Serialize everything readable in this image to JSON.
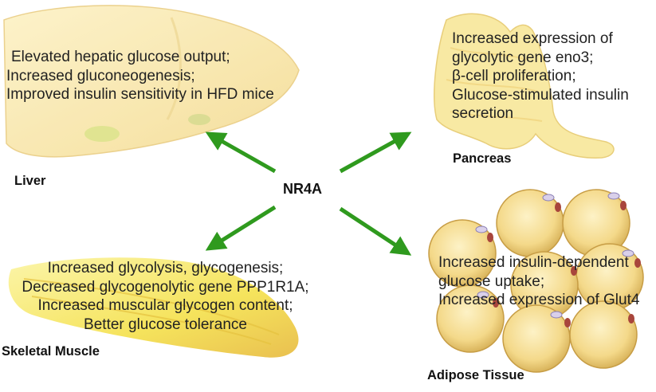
{
  "hub": "NR4A",
  "organs": {
    "liver": {
      "label": "Liver",
      "effects": [
        "Elevated hepatic glucose output;",
        "Increased gluconeogenesis;",
        "Improved insulin sensitivity in HFD mice"
      ]
    },
    "pancreas": {
      "label": "Pancreas",
      "effects": [
        "Increased expression of",
        "glycolytic gene eno3;",
        "β-cell proliferation;",
        "Glucose-stimulated insulin",
        "secretion"
      ]
    },
    "muscle": {
      "label": "Skeletal Muscle",
      "effects": [
        "Increased glycolysis, glycogenesis;",
        "Decreased glycogenolytic gene PPP1R1A;",
        "Increased muscular glycogen content;",
        "Better glucose tolerance"
      ]
    },
    "adipose": {
      "label": "Adipose Tissue",
      "effects": [
        "Increased insulin-dependent",
        "glucose uptake;",
        "Increased expression of Glut4"
      ]
    }
  },
  "colors": {
    "arrow": "#2f9a1e",
    "liver": "#fbe8a0",
    "pancreas": "#f8e79a",
    "muscle": "#f7ec66",
    "adipocyte": "#f2d27a",
    "adipocyte_dot": "#a8453c"
  }
}
